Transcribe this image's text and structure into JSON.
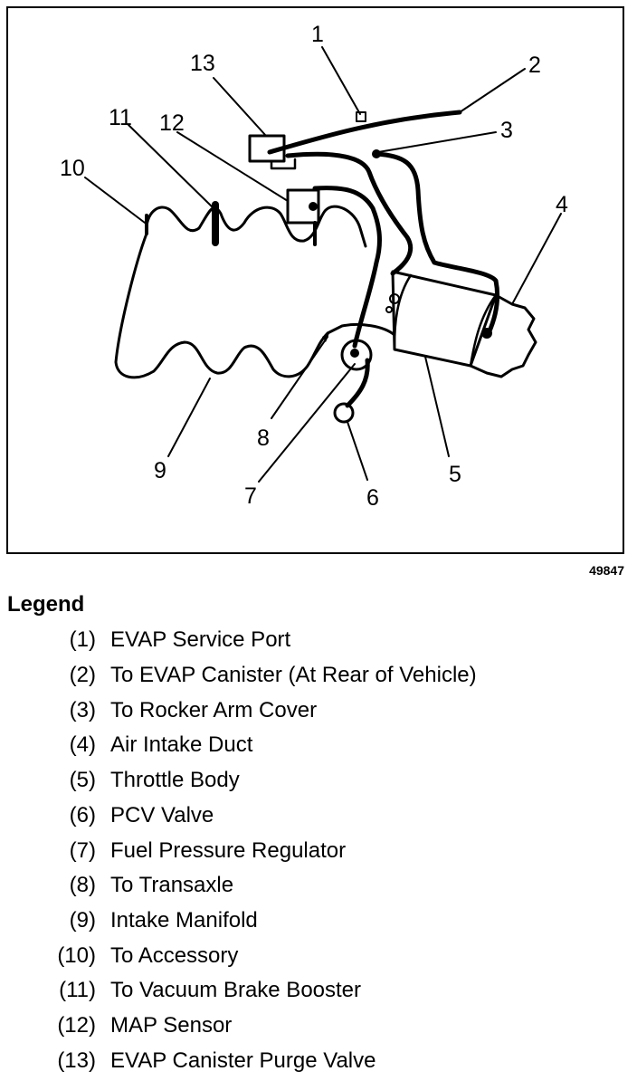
{
  "diagram": {
    "callouts": [
      "1",
      "2",
      "3",
      "4",
      "5",
      "6",
      "7",
      "8",
      "9",
      "10",
      "11",
      "12",
      "13"
    ],
    "figure_number": "49847"
  },
  "legend": {
    "title": "Legend",
    "items": [
      {
        "num": "(1)",
        "text": "EVAP Service Port"
      },
      {
        "num": "(2)",
        "text": "To EVAP Canister (At Rear of Vehicle)"
      },
      {
        "num": "(3)",
        "text": "To Rocker Arm Cover"
      },
      {
        "num": "(4)",
        "text": "Air Intake Duct"
      },
      {
        "num": "(5)",
        "text": "Throttle Body"
      },
      {
        "num": "(6)",
        "text": "PCV Valve"
      },
      {
        "num": "(7)",
        "text": "Fuel Pressure Regulator"
      },
      {
        "num": "(8)",
        "text": "To Transaxle"
      },
      {
        "num": "(9)",
        "text": "Intake Manifold"
      },
      {
        "num": "(10)",
        "text": "To Accessory"
      },
      {
        "num": "(11)",
        "text": "To Vacuum Brake Booster"
      },
      {
        "num": "(12)",
        "text": "MAP Sensor"
      },
      {
        "num": "(13)",
        "text": "EVAP Canister Purge Valve"
      }
    ]
  }
}
